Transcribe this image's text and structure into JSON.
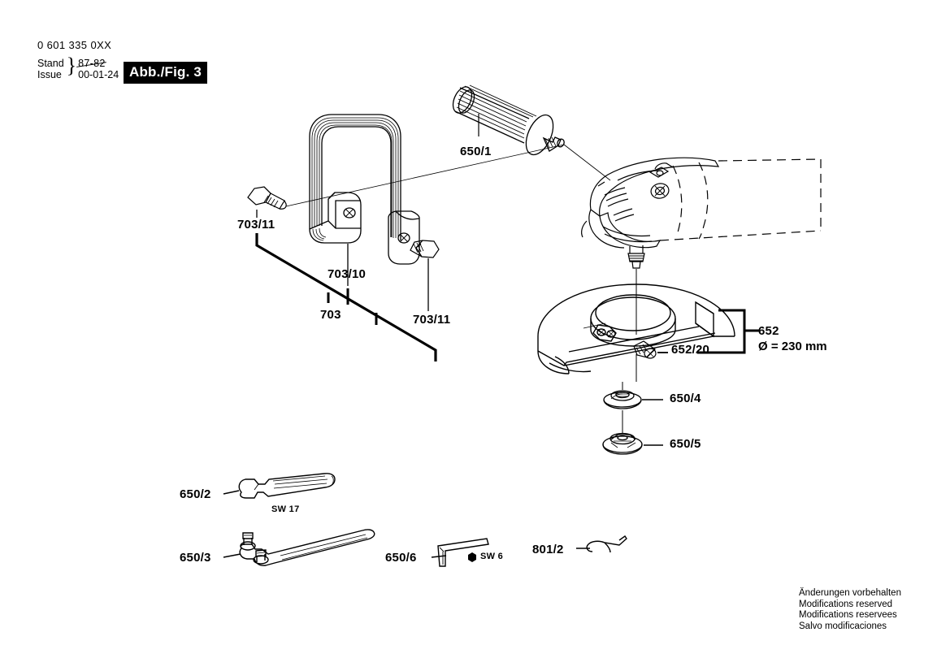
{
  "header": {
    "part_number": "0 601 335 0XX",
    "stand_label": "Stand",
    "issue_label": "Issue",
    "brace": "}",
    "date_superseded": "87-82",
    "date_current": "00-01-24",
    "figure_badge": "Abb./Fig. 3"
  },
  "callouts": {
    "handle_bar_screw_left": "703/11",
    "handle_bar_clamp": "703/10",
    "handle_bar_assembly": "703",
    "handle_bar_screw_right": "703/11",
    "side_handle": "650/1",
    "guard": "652",
    "guard_diameter": "Ø = 230 mm",
    "guard_screw": "652/20",
    "backing_flange": "650/4",
    "clamping_nut": "650/5",
    "open_end_wrench": "650/2",
    "open_end_wrench_size": "SW 17",
    "pin_spanner": "650/3",
    "hex_key": "650/6",
    "hex_key_size": "SW 6",
    "retaining_clip": "801/2"
  },
  "footer": {
    "lines": [
      "Änderungen vorbehalten",
      "Modifications reserved",
      "Modifications reservees",
      "Salvo modificaciones"
    ]
  },
  "colors": {
    "ink": "#000000",
    "paper": "#ffffff"
  }
}
